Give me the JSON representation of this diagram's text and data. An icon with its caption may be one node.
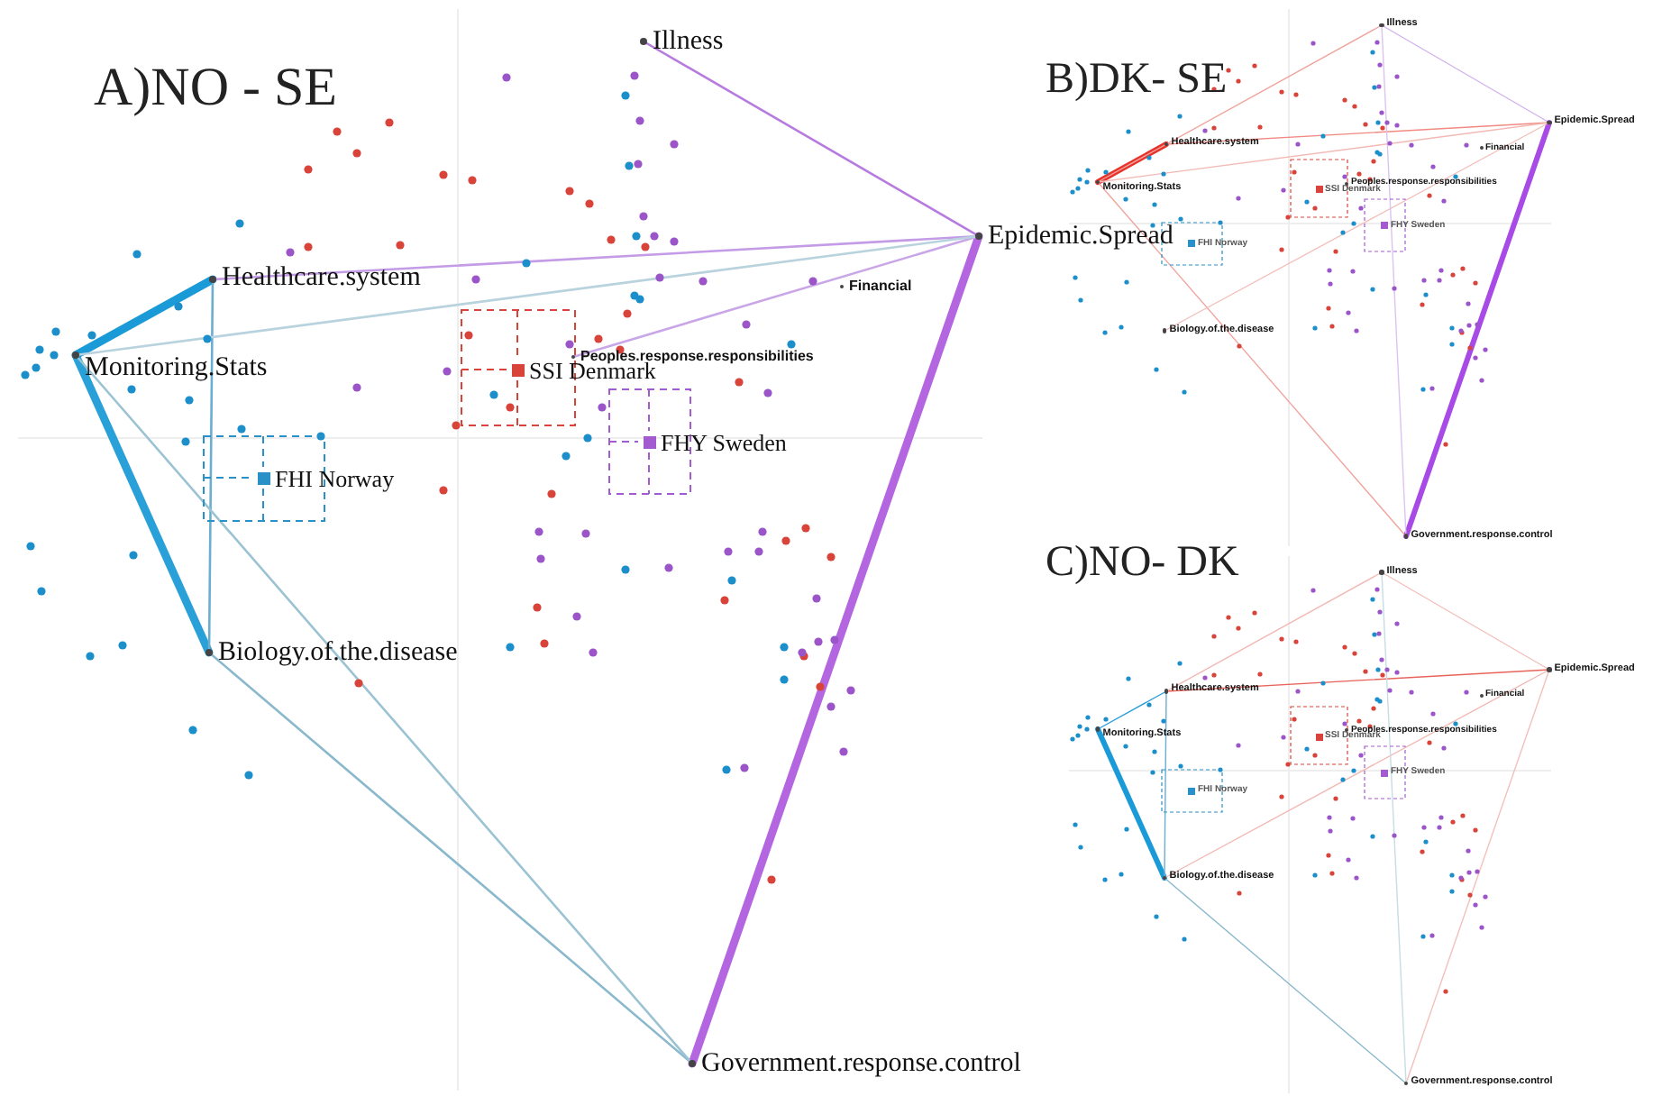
{
  "diagram": {
    "nodes": [
      {
        "text": [
          "Illness"
        ]
      },
      {
        "text": [
          "Epidemic.Spread"
        ]
      },
      {
        "text": [
          "Financial"
        ]
      },
      {
        "text": [
          "Peoples.response.responsibilities"
        ]
      },
      {
        "text": [
          "Healthcare.system"
        ]
      },
      {
        "text": [
          "Monitoring.Stats"
        ]
      },
      {
        "text": [
          "Biology.of.the.disease"
        ]
      },
      {
        "text": [
          "Government.response.control"
        ]
      },
      {
        "text": [
          "SSI Denmark"
        ]
      },
      {
        "text": [
          "FHY Sweden"
        ]
      },
      {
        "text": [
          "FHI Norway"
        ]
      },
      {
        "text": [
          "Illness"
        ]
      },
      {
        "text": [
          "Epidemic.Spread"
        ]
      },
      {
        "text": [
          "Financial"
        ]
      },
      {
        "text": [
          "Peoples.response.responsibilities"
        ]
      },
      {
        "text": [
          "Healthcare.system"
        ]
      },
      {
        "text": [
          "Monitoring.Stats"
        ]
      },
      {
        "text": [
          "Biology.of.the.disease"
        ]
      },
      {
        "text": [
          "Government.response.control"
        ]
      },
      {
        "text": [
          "SSI Denmark"
        ]
      },
      {
        "text": [
          "FHY Sweden"
        ]
      },
      {
        "text": [
          "FHI Norway"
        ]
      },
      {
        "text": [
          "Illness"
        ]
      },
      {
        "text": [
          "Epidemic.Spread"
        ]
      },
      {
        "text": [
          "Financial"
        ]
      },
      {
        "text": [
          "Peoples.response.responsibilities"
        ]
      },
      {
        "text": [
          "Healthcare.system"
        ]
      },
      {
        "text": [
          "Monitoring.Stats"
        ]
      },
      {
        "text": [
          "Biology.of.the.disease"
        ]
      },
      {
        "text": [
          "Government.response.control"
        ]
      },
      {
        "text": [
          "SSI Denmark"
        ]
      },
      {
        "text": [
          "FHY Sweden"
        ]
      },
      {
        "text": [
          "FHI Norway"
        ]
      }
    ],
    "edges": [
      {
        "from": 0,
        "to": 1,
        "arrow": "none",
        "color": "#b77be0"
      },
      {
        "from": 1,
        "to": 7,
        "arrow": "none",
        "style": "thick",
        "color": "#b366e0"
      },
      {
        "from": 4,
        "to": 5,
        "arrow": "none",
        "style": "thick",
        "color": "#1a9bd7"
      },
      {
        "from": 5,
        "to": 6,
        "arrow": "none",
        "style": "thick",
        "color": "#2aa0d8"
      },
      {
        "from": 4,
        "to": 6,
        "arrow": "none",
        "color": "#6aaed0"
      },
      {
        "from": 6,
        "to": 7,
        "arrow": "none",
        "color": "#8ab8cc"
      },
      {
        "from": 5,
        "to": 7,
        "arrow": "none",
        "color": "#9cc3d3"
      },
      {
        "from": 4,
        "to": 1,
        "arrow": "none",
        "color": "#c39be6"
      },
      {
        "from": 3,
        "to": 1,
        "arrow": "none",
        "color": "#c9a6e8"
      },
      {
        "from": 5,
        "to": 1,
        "arrow": "none",
        "color": "#b8d3de"
      },
      {
        "from": 11,
        "to": 12,
        "arrow": "none",
        "color": "#d2b3ee"
      },
      {
        "from": 12,
        "to": 18,
        "arrow": "none",
        "style": "thick",
        "color": "#a74ae6"
      },
      {
        "from": 15,
        "to": 16,
        "arrow": "none",
        "style": "thick",
        "color": "#e8322a"
      },
      {
        "from": 11,
        "to": 16,
        "arrow": "none",
        "color": "#f0a49e"
      },
      {
        "from": 15,
        "to": 12,
        "arrow": "none",
        "color": "#f08a82"
      },
      {
        "from": 16,
        "to": 12,
        "arrow": "none",
        "color": "#f3b9b4"
      },
      {
        "from": 16,
        "to": 18,
        "arrow": "none",
        "color": "#f0a49e"
      },
      {
        "from": 17,
        "to": 12,
        "arrow": "none",
        "color": "#f3c0bb"
      },
      {
        "from": 11,
        "to": 18,
        "arrow": "none",
        "color": "#dcc3f0"
      },
      {
        "from": 26,
        "to": 27,
        "arrow": "none",
        "color": "#2a9ed8"
      },
      {
        "from": 27,
        "to": 28,
        "arrow": "none",
        "style": "thick",
        "color": "#1a9bd7"
      },
      {
        "from": 26,
        "to": 28,
        "arrow": "none",
        "color": "#6aaed0"
      },
      {
        "from": 26,
        "to": 23,
        "arrow": "none",
        "color": "#e8645b"
      },
      {
        "from": 22,
        "to": 26,
        "arrow": "none",
        "color": "#f3b9b4"
      },
      {
        "from": 22,
        "to": 23,
        "arrow": "none",
        "color": "#f3c0bb"
      },
      {
        "from": 28,
        "to": 23,
        "arrow": "none",
        "color": "#f3b9b4"
      },
      {
        "from": 28,
        "to": 29,
        "arrow": "none",
        "color": "#8ab8cc"
      },
      {
        "from": 23,
        "to": 29,
        "arrow": "none",
        "color": "#f3c0bb"
      },
      {
        "from": 22,
        "to": 29,
        "arrow": "none",
        "color": "#c6dde6"
      }
    ],
    "labels": [
      "A)NO - SE",
      "B)DK- SE",
      "C)NO- DK"
    ]
  }
}
